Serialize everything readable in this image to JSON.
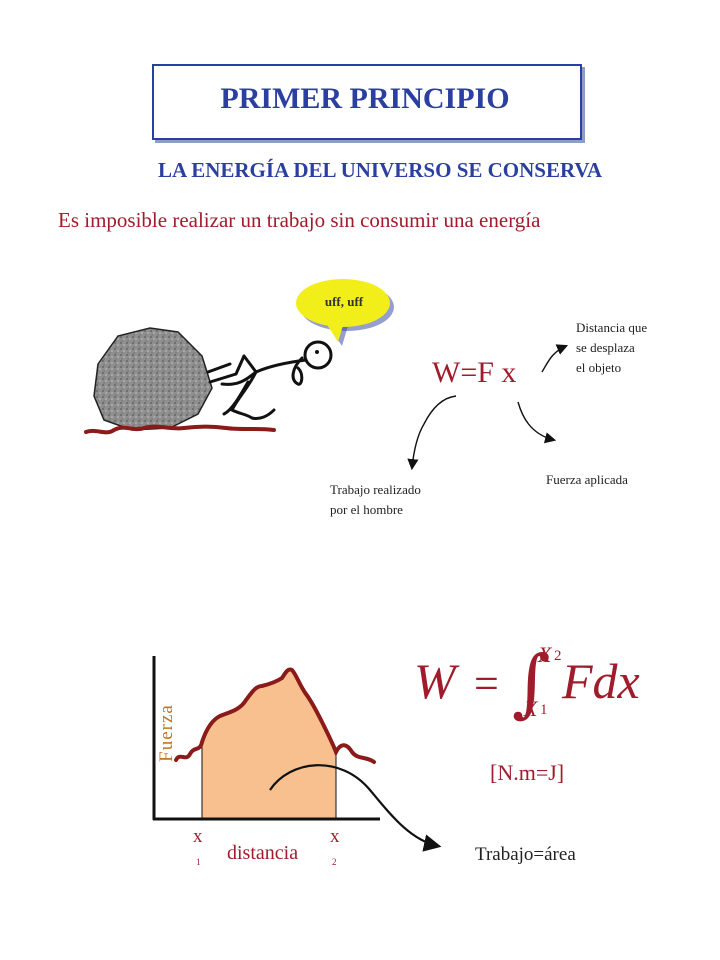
{
  "title": "PRIMER PRINCIPIO",
  "subtitle": "LA ENERGÍA DEL UNIVERSO SE CONSERVA",
  "statement": "Es imposible realizar un trabajo sin consumir una energía",
  "illustration": {
    "speech_bubble": "uff, uff",
    "formula": "W=F x",
    "notes": {
      "distance": "Distancia que\nse desplaza\nel objeto",
      "force": "Fuerza aplicada",
      "work": "Trabajo realizado\npor el hombre"
    }
  },
  "graph": {
    "ylabel": "Fuerza",
    "xlabel": "distancia",
    "x1_label": "x",
    "x1_sub": "1",
    "x2_label": "x",
    "x2_sub": "2",
    "area_note": "Trabajo=área"
  },
  "integral": {
    "lhs": "W",
    "upper": "X",
    "upper_sub": "2",
    "lower": "X",
    "lower_sub": "1",
    "integrand": "Fdx",
    "units": "[N.m=J]"
  },
  "colors": {
    "title_blue": "#2b3fa0",
    "text_red": "#a01c2c",
    "area_fill": "#f8c08f",
    "curve": "#8b1a1a"
  }
}
